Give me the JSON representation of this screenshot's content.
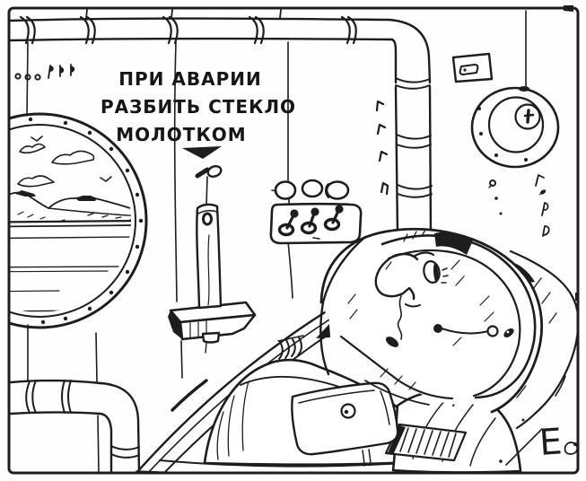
{
  "scene": {
    "description": "Black-ink cartoon: a cosmonaut in a big helmet reclines in a spacecraft cabin; on the wall a hammer hangs under a sign, next to a porthole, pipes, switch panel and round hatch",
    "style": "black ink on white paper"
  },
  "colors": {
    "ink": "#1d1d1d",
    "paper": "#ffffff"
  },
  "sign": {
    "line1": "ПРИ АВАРИИ",
    "line2": "РАЗБИТЬ СТЕКЛО",
    "line3": "МОЛОТКОМ"
  },
  "signature": {
    "text": "Е"
  }
}
